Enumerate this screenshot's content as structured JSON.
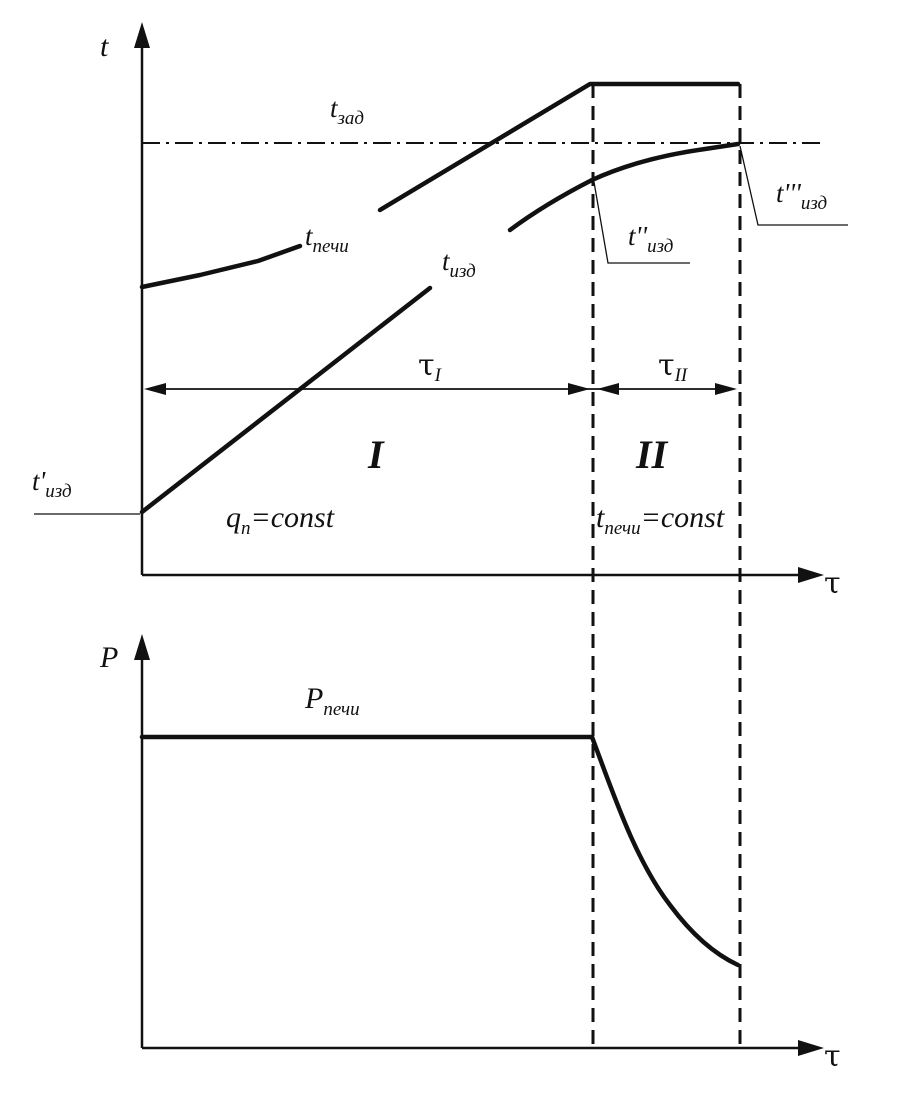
{
  "top_graph": {
    "y_axis_label": "t",
    "x_axis_label": "τ",
    "t_zad": {
      "main": "t",
      "sub": "зад"
    },
    "t_pechi": {
      "main": "t",
      "sub": "печи"
    },
    "t_izd": {
      "main": "t",
      "sub": "изд"
    },
    "t_izd_start": {
      "main": "t'",
      "sub": "изд"
    },
    "t_izd_mid": {
      "main": "t''",
      "sub": "изд"
    },
    "t_izd_end": {
      "main": "t'''",
      "sub": "изд"
    },
    "tau_1": {
      "main": "τ",
      "sub": "I"
    },
    "tau_2": {
      "main": "τ",
      "sub": "II"
    },
    "stage_1": "I",
    "stage_2": "II",
    "stage_1_condition": {
      "main": "q",
      "sub": "п",
      "rest": "=const"
    },
    "stage_2_condition": {
      "main": "t",
      "sub": "печи",
      "rest": "=const"
    }
  },
  "bottom_graph": {
    "y_axis_label": "P",
    "x_axis_label": "τ",
    "p_pechi": {
      "main": "P",
      "sub": "печи"
    }
  }
}
